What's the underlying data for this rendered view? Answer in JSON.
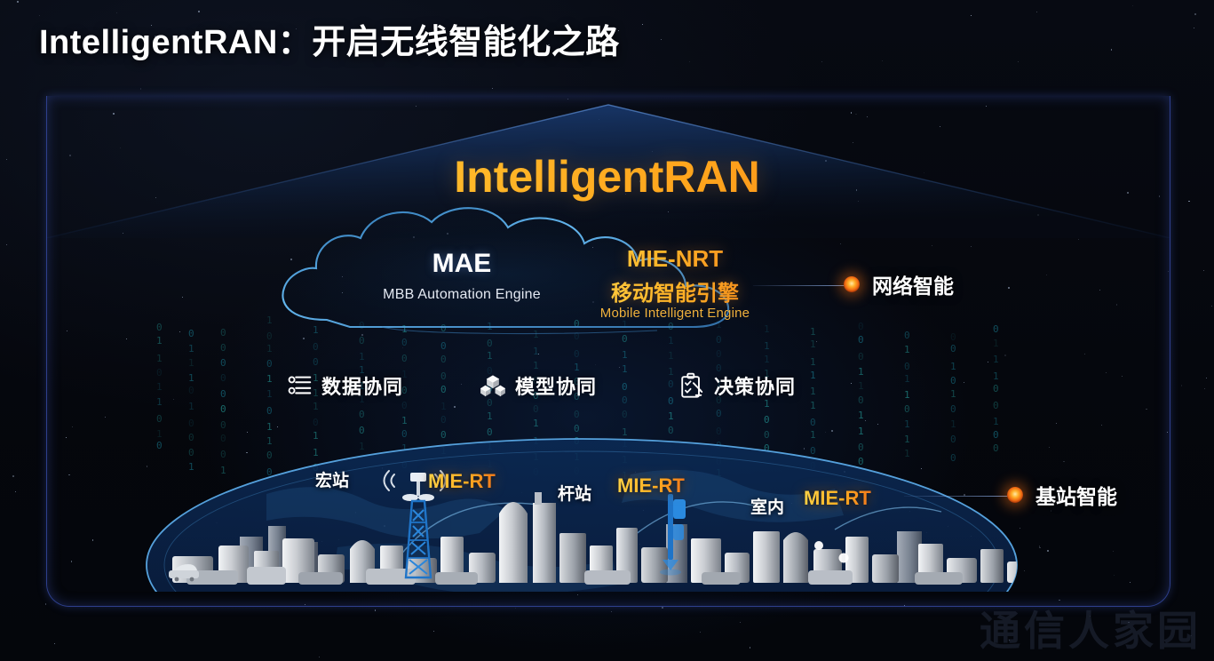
{
  "page": {
    "title": "IntelligentRAN：开启无线智能化之路",
    "watermark": "通信人家园"
  },
  "brand": {
    "headline": "IntelligentRAN"
  },
  "cloud": {
    "mae": {
      "title": "MAE",
      "subtitle": "MBB Automation Engine"
    },
    "mie_nrt": {
      "title": "MIE-NRT",
      "chinese": "移动智能引擎",
      "subtitle": "Mobile Intelligent Engine"
    }
  },
  "collaboration": [
    {
      "icon": "data-collaboration-icon",
      "label": "数据协同"
    },
    {
      "icon": "model-collaboration-icon",
      "label": "模型协同"
    },
    {
      "icon": "decision-collaboration-icon",
      "label": "决策协同"
    }
  ],
  "endpoints": [
    {
      "label": "网络智能",
      "name": "network-intelligence"
    },
    {
      "label": "基站智能",
      "name": "base-station-intelligence"
    }
  ],
  "city_nodes": [
    {
      "label": "宏站",
      "tag": "MIE-RT",
      "icon": "macro-tower-icon"
    },
    {
      "label": "杆站",
      "tag": "MIE-RT",
      "icon": "pole-site-icon"
    },
    {
      "label": "室内",
      "tag": "MIE-RT",
      "icon": "indoor-site-icon"
    }
  ],
  "colors": {
    "accent_gold": "#ffc02e",
    "accent_orange": "#f0741a",
    "frame_blue": "#2e3f8c",
    "cloud_stroke": "#4fa3e3",
    "dome_stroke": "#5aa9e6",
    "text_white": "#ffffff",
    "background": "#05070d"
  }
}
